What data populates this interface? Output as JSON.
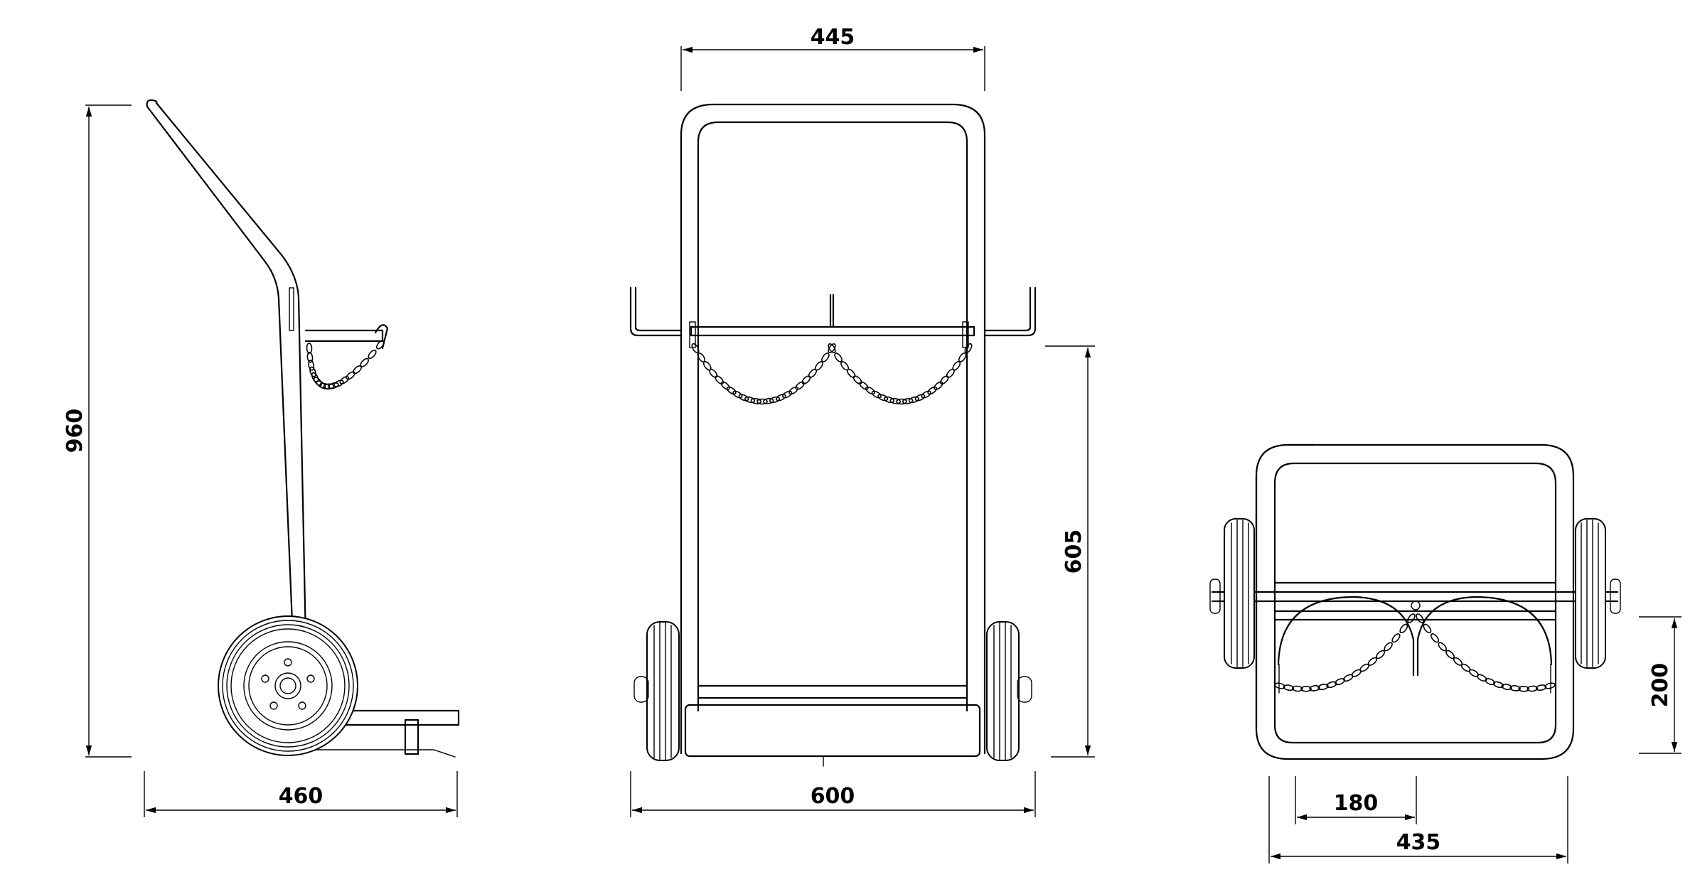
{
  "dimensions": {
    "side_height": "960",
    "side_depth": "460",
    "front_top_width": "445",
    "front_base_width": "600",
    "front_handle_height": "605",
    "top_depth": "200",
    "top_inner_width": "180",
    "top_outer_width": "435"
  },
  "colors": {
    "line": "#000000",
    "background": "#ffffff"
  }
}
